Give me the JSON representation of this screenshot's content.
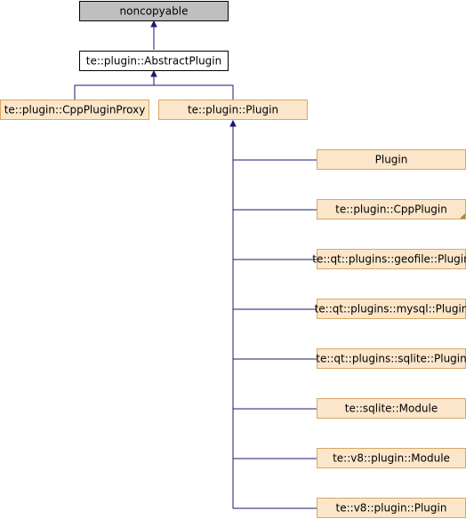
{
  "nodes": {
    "noncopyable": "noncopyable",
    "abstract_plugin": "te::plugin::AbstractPlugin",
    "cpp_plugin_proxy": "te::plugin::CppPluginProxy",
    "plugin_base": "te::plugin::Plugin",
    "children": [
      "Plugin",
      "te::plugin::CppPlugin",
      "te::qt::plugins::geofile::Plugin",
      "te::qt::plugins::mysql::Plugin",
      "te::qt::plugins::sqlite::Plugin",
      "te::sqlite::Module",
      "te::v8::plugin::Module",
      "te::v8::plugin::Plugin"
    ]
  },
  "colors": {
    "edge": "#191970",
    "base_class_fill": "#bfbfbf",
    "highlight_fill": "#ffffff",
    "class_fill": "#fbe6c9",
    "class_border": "#d9a766"
  }
}
